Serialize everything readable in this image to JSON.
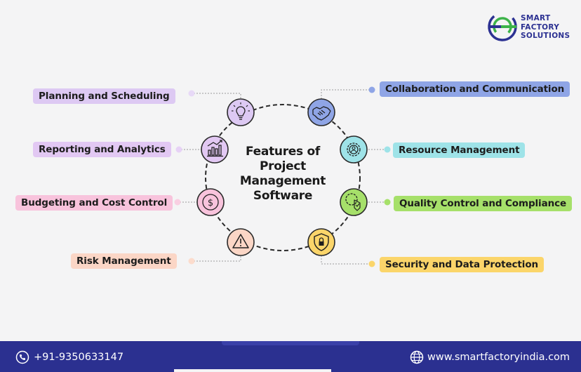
{
  "brand": {
    "line1": "SMART",
    "line2": "FACTORY",
    "line3": "SOLUTIONS",
    "color": "#2c3192",
    "accent": "#3db34a"
  },
  "title": {
    "line1": "Features of",
    "line2": "Project",
    "line3": "Management",
    "line4": "Software"
  },
  "features": [
    {
      "label": "Planning and Scheduling",
      "icon": "lightbulb-icon",
      "color": "#ddc9f3"
    },
    {
      "label": "Reporting and Analytics",
      "icon": "bar-chart-icon",
      "color": "#e2c8f3"
    },
    {
      "label": "Budgeting and Cost Control",
      "icon": "dollar-coin-icon",
      "color": "#f8c3dc"
    },
    {
      "label": "Risk Management",
      "icon": "warning-triangle-icon",
      "color": "#fbd6c6"
    },
    {
      "label": "Collaboration and Communication",
      "icon": "handshake-icon",
      "color": "#8fa5e6"
    },
    {
      "label": "Resource Management",
      "icon": "resource-gear-icon",
      "color": "#9ee3e8"
    },
    {
      "label": "Quality Control and Compliance",
      "icon": "quality-badge-icon",
      "color": "#a6e06a"
    },
    {
      "label": "Security and Data Protection",
      "icon": "shield-lock-icon",
      "color": "#fbd56a"
    }
  ],
  "footer": {
    "phone": "+91-9350633147",
    "website": "www.smartfactoryindia.com",
    "phone_icon": "phone-icon",
    "web_icon": "globe-icon",
    "color": "#2b3090"
  }
}
